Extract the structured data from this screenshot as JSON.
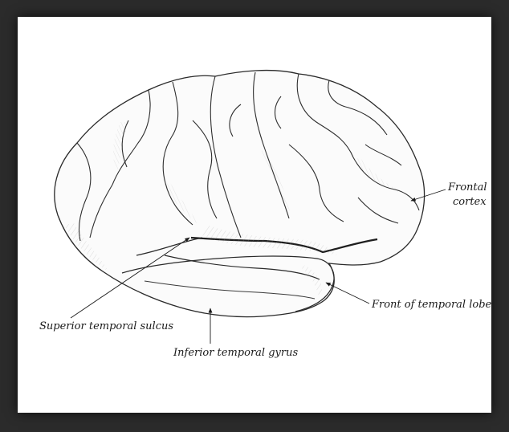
{
  "figure": {
    "labels": {
      "frontal_cortex_line1": "Frontal",
      "frontal_cortex_line2": "cortex",
      "front_of_temporal_lobe": "Front of temporal lobe",
      "superior_temporal_sulcus": "Superior temporal sulcus",
      "inferior_temporal_gyrus": "Inferior temporal gyrus"
    }
  },
  "colors": {
    "frame": "#2b2b2b",
    "background": "#ffffff",
    "ink": "#1a1a1a",
    "shading": "#8a8a8a"
  }
}
